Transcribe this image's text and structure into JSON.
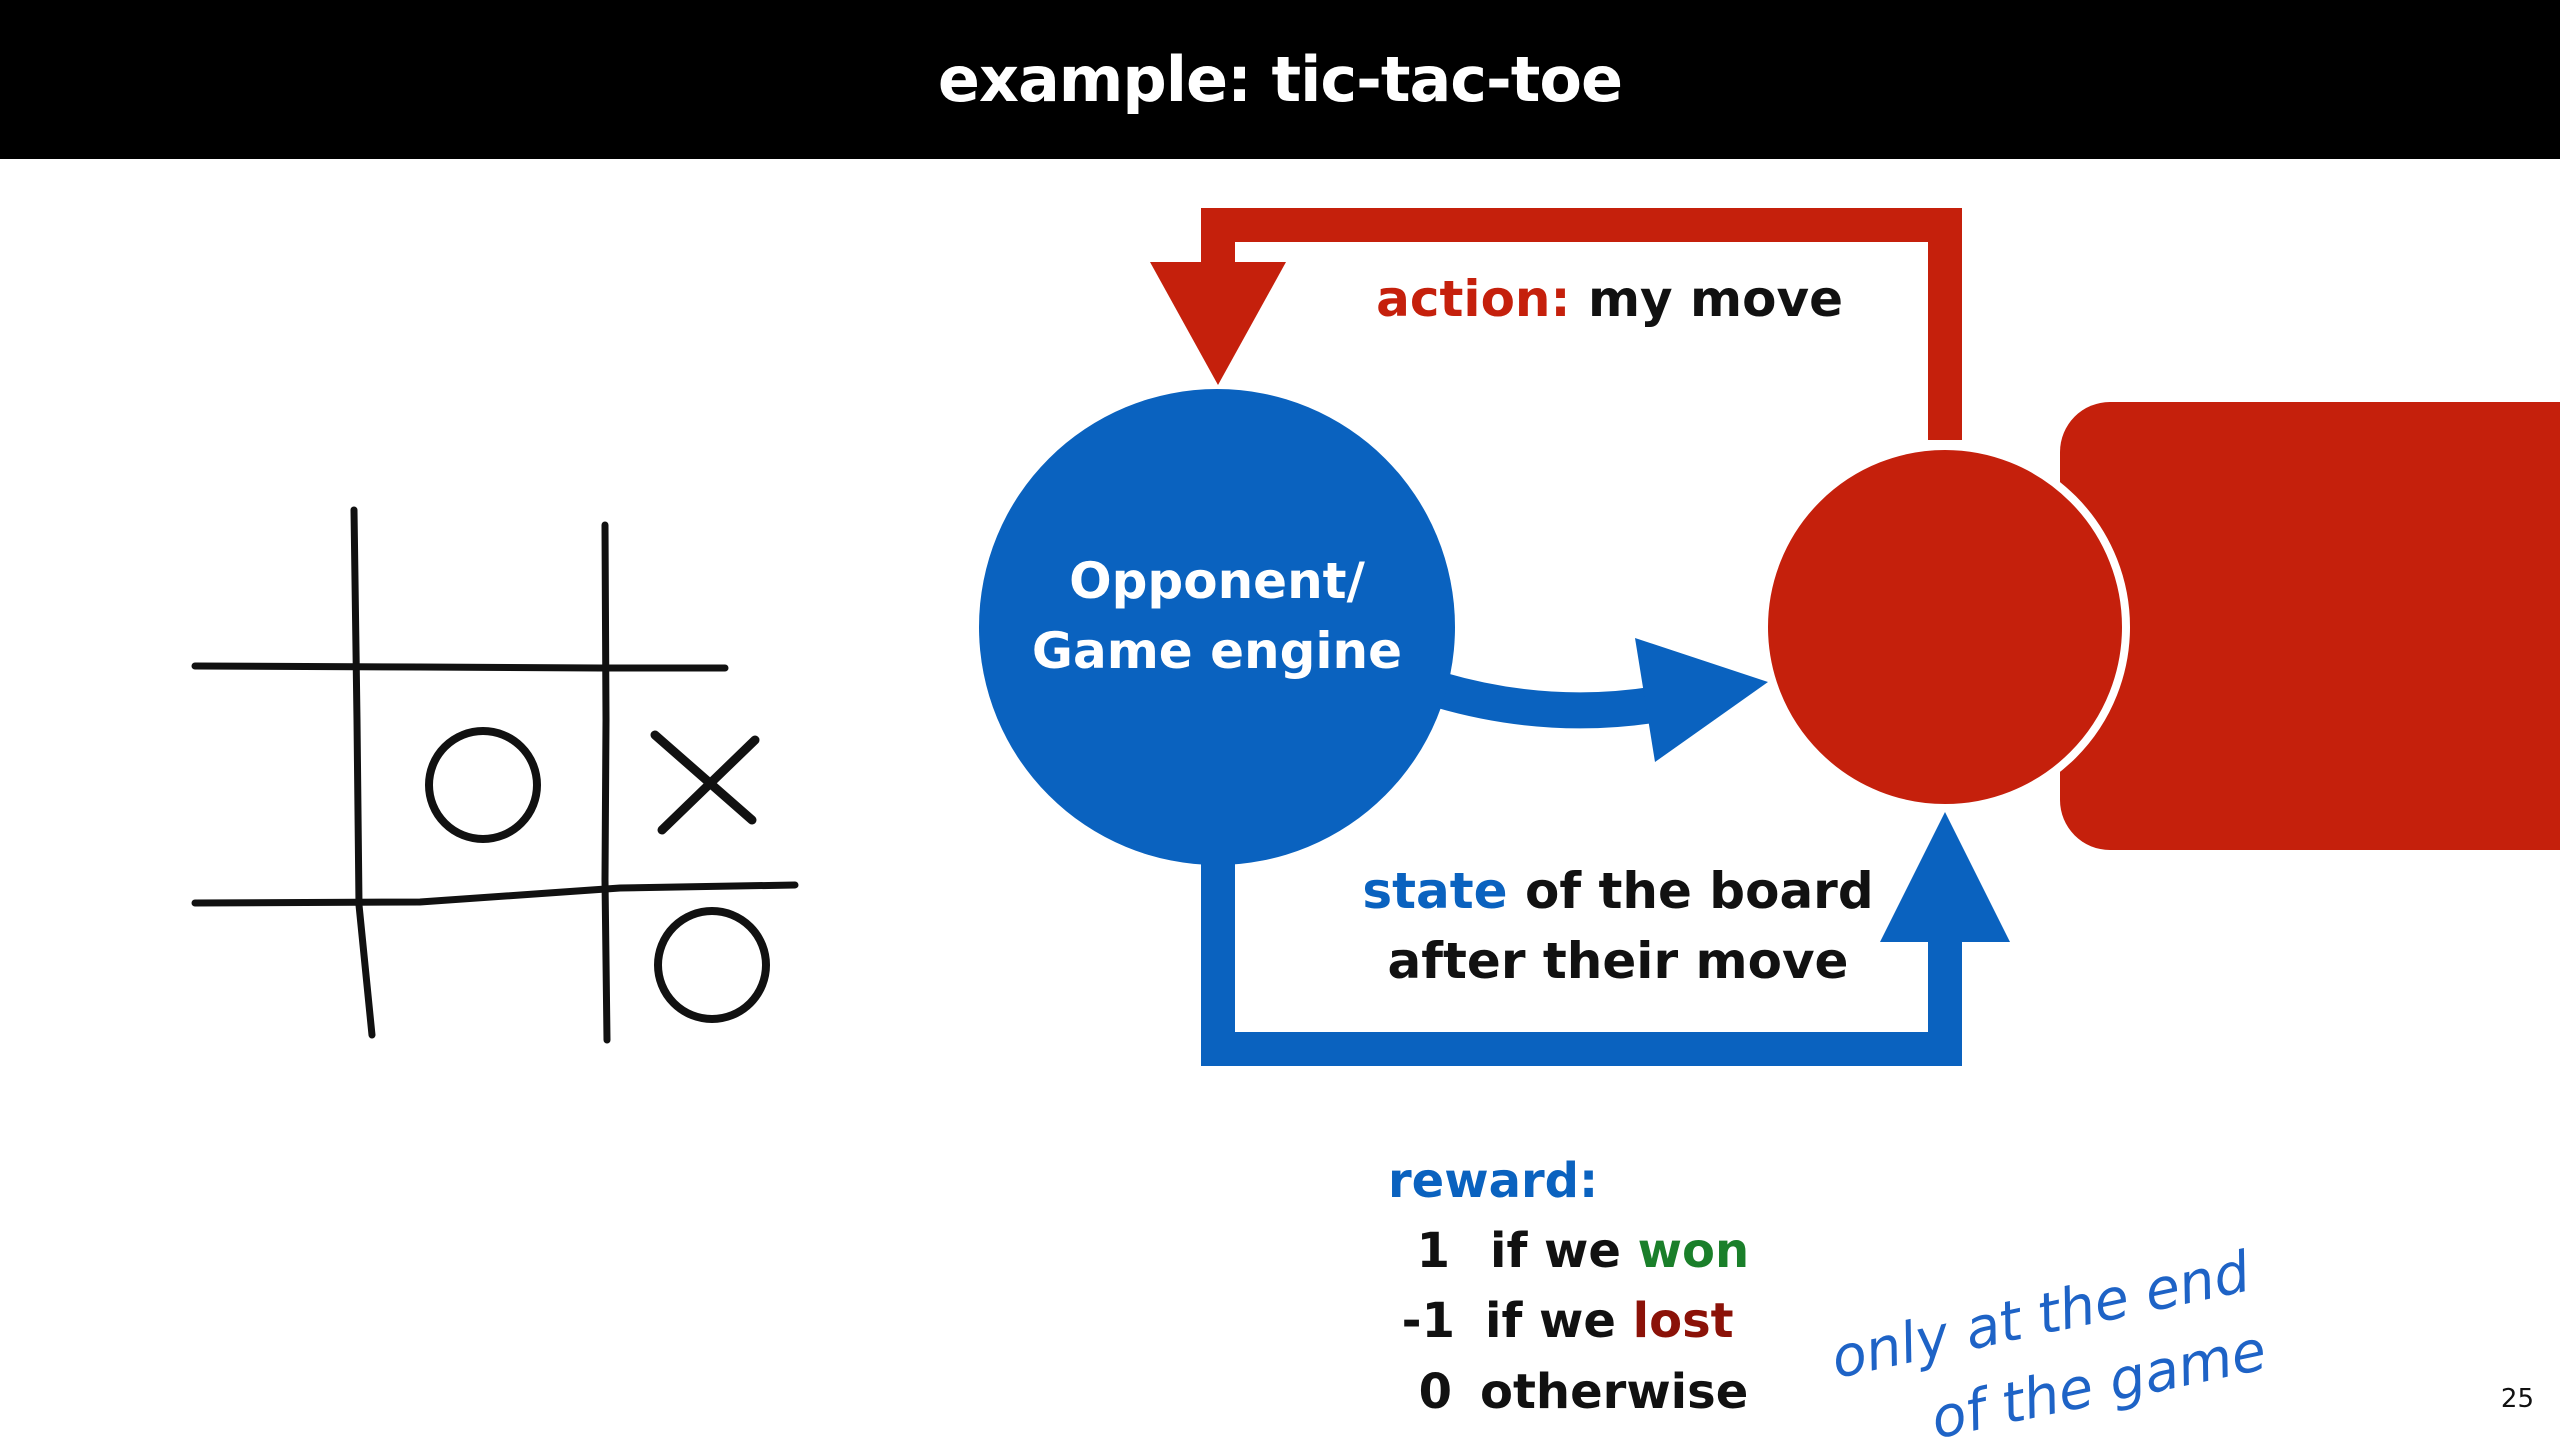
{
  "slide": {
    "title": "example: tic-tac-toe",
    "page_number": "25"
  },
  "diagram": {
    "opponent_label_line1": "Opponent/",
    "opponent_label_line2": "Game engine",
    "action_keyword": "action:",
    "action_rest": " my move",
    "state_keyword": "state",
    "state_rest_line1": " of the board",
    "state_line2": "after their move"
  },
  "reward": {
    "heading": "reward:",
    "line1_value": "1",
    "line1_text": "if we ",
    "line1_highlight": "won",
    "line2_value": "-1",
    "line2_text": "if we ",
    "line2_highlight": "lost",
    "line3_value": "0",
    "line3_text": "otherwise"
  },
  "annotation": {
    "line1": "only at the end",
    "line2": "of the game"
  },
  "colors": {
    "blue": "#0a62bf",
    "red": "#c5200c",
    "green": "#1a7f2a",
    "dark_red": "#8b1208"
  }
}
